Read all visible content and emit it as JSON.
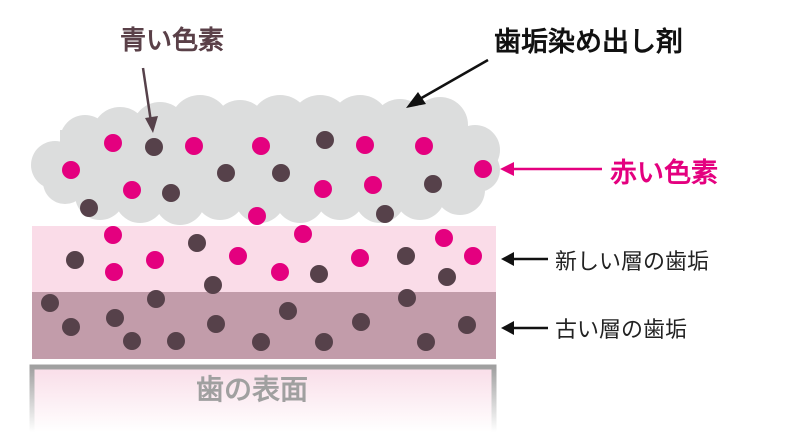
{
  "labels": {
    "blue_pigment": "青い色素",
    "disclosing_agent": "歯垢染め出し剤",
    "red_pigment": "赤い色素",
    "new_plaque": "新しい層の歯垢",
    "old_plaque": "古い層の歯垢",
    "tooth_surface": "歯の表面"
  },
  "colors": {
    "red_pigment": "#e4007f",
    "blue_pigment": "#56414a",
    "cloud": "#dcdddd",
    "new_layer": "#fadce8",
    "old_layer": "#c29caa",
    "tooth_border": "#a0a0a0"
  }
}
